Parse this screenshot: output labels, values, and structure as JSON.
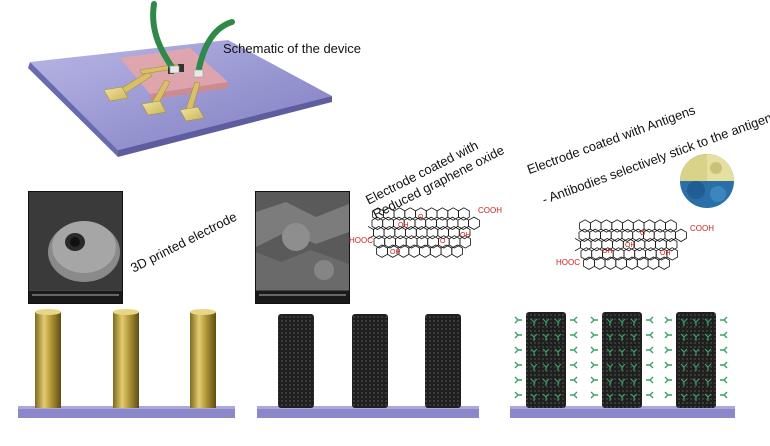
{
  "labels": {
    "schematic": "Schematic of the device",
    "printed": "3D printed electrode",
    "rgo_line1": "Electrode coated with",
    "rgo_line2": "Reduced graphene oxide",
    "antigen_line1": "Electrode coated with Antigens",
    "antigen_line2": "- Antibodies selectively stick to the antigens"
  },
  "chem": {
    "oh": "OH",
    "o": "O",
    "cooh": "COOH",
    "hooc": "HOOC"
  },
  "colors": {
    "substrate": "#8a88c9",
    "gold": "#b49a3a",
    "black_electrode": "#1e1e1e",
    "antibody": "#3aa06a",
    "wire": "#2f8a4a",
    "chem_red": "#d02020"
  }
}
